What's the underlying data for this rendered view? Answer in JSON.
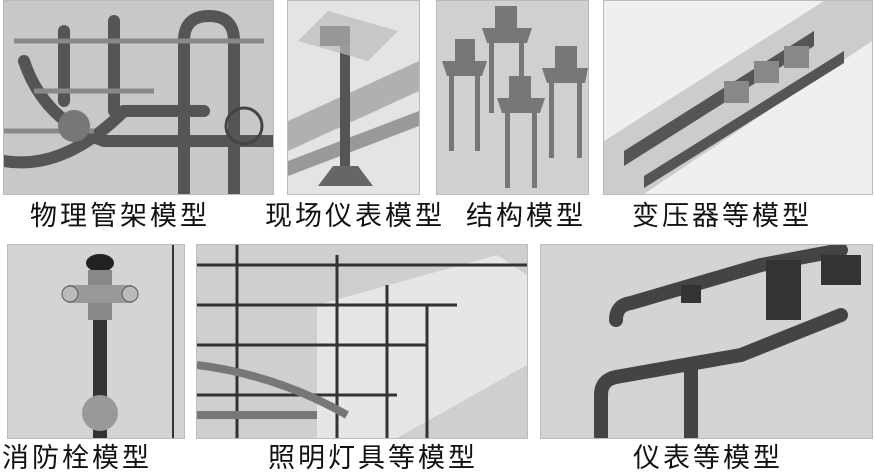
{
  "panels": [
    {
      "caption": "物理管架模型"
    },
    {
      "caption": "现场仪表模型"
    },
    {
      "caption": "结构模型"
    },
    {
      "caption": "变压器等模型"
    },
    {
      "caption": "消防栓模型"
    },
    {
      "caption": "照明灯具等模型"
    },
    {
      "caption": "仪表等模型"
    }
  ]
}
